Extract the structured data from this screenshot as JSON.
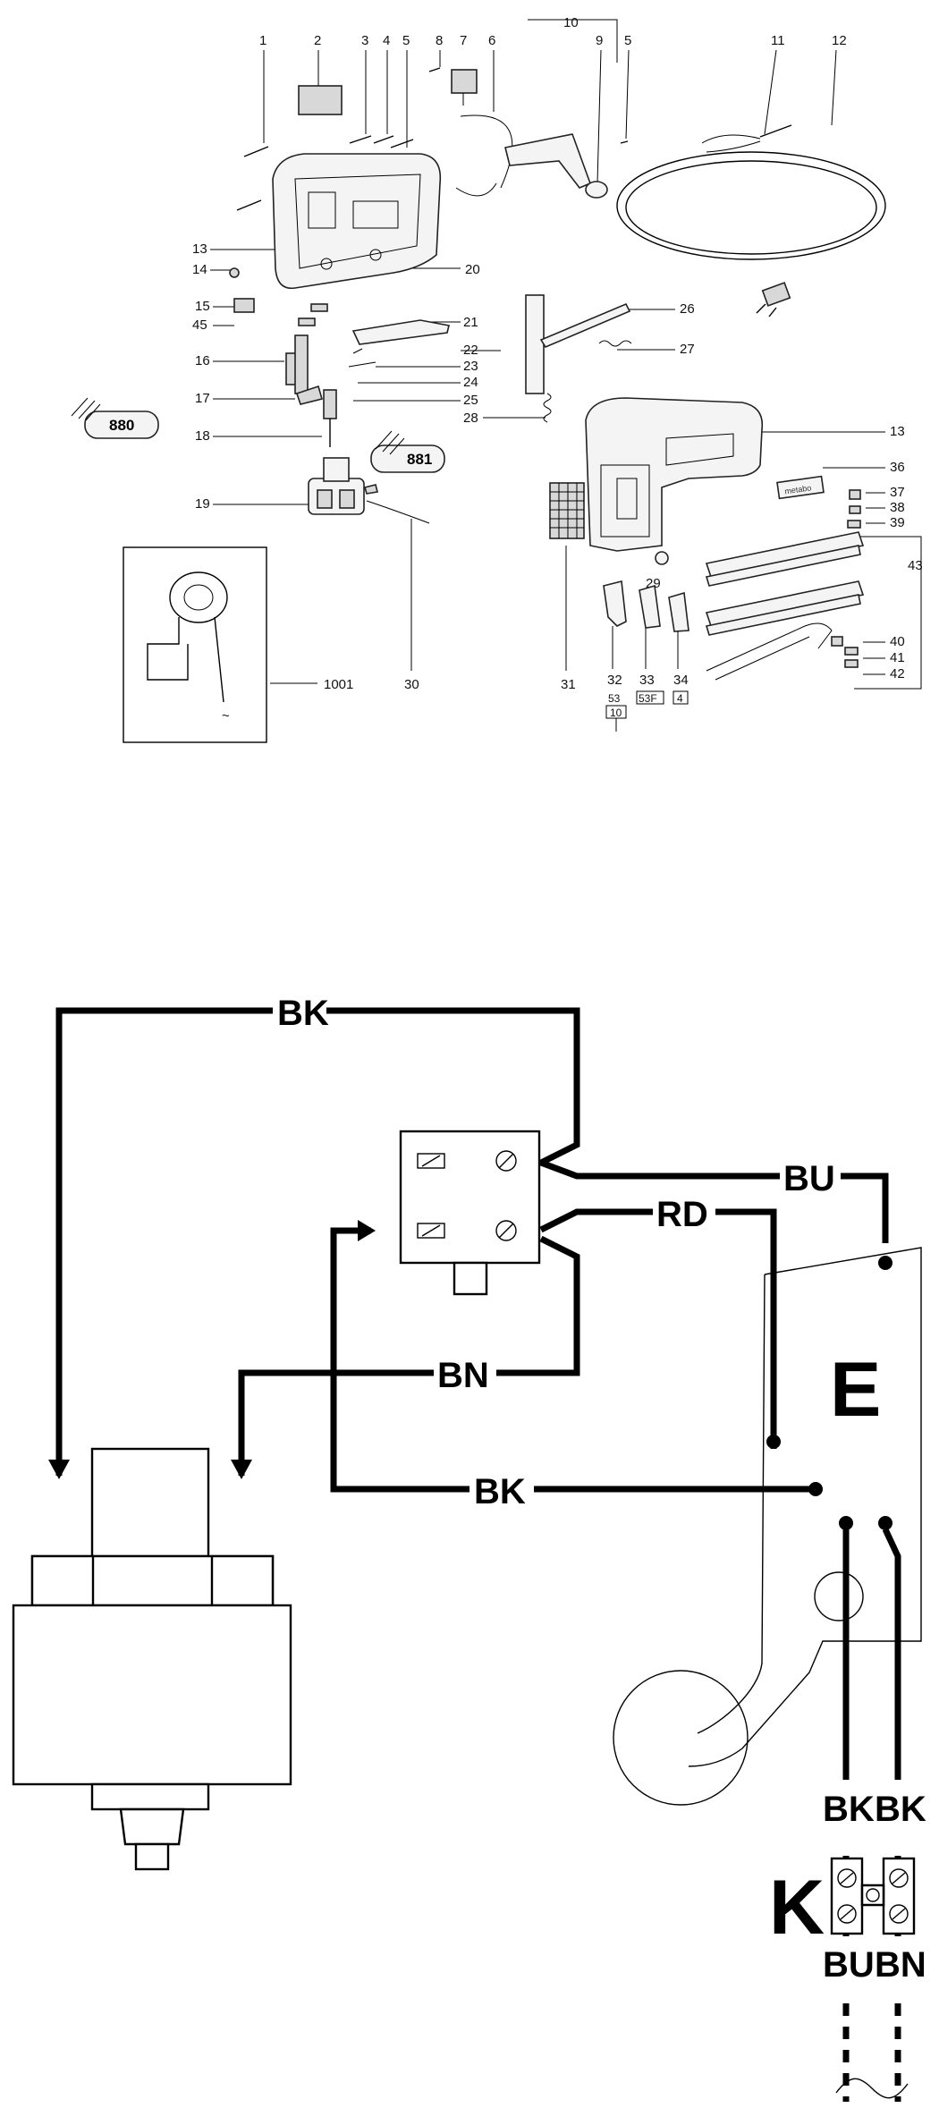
{
  "exploded_view": {
    "part_numbers": [
      "1",
      "2",
      "3",
      "4",
      "5",
      "8",
      "7",
      "6",
      "10",
      "9",
      "5",
      "11",
      "12",
      "13",
      "14",
      "20",
      "15",
      "45",
      "21",
      "16",
      "22",
      "23",
      "24",
      "17",
      "25",
      "18",
      "28",
      "19",
      "30",
      "1001",
      "26",
      "27",
      "13",
      "36",
      "37",
      "38",
      "39",
      "29",
      "43",
      "40",
      "41",
      "42",
      "31",
      "32",
      "33",
      "34"
    ],
    "sub_labels": [
      "53",
      "10",
      "53F",
      "4"
    ],
    "grease_tubes": [
      "880",
      "881"
    ],
    "brand_plate": "metabo"
  },
  "wiring_diagram": {
    "wire_labels": {
      "bk_top": "BK",
      "bu_top": "BU",
      "rd": "RD",
      "bn_mid": "BN",
      "bk_mid": "BK",
      "bk_left": "BK",
      "bk_right": "BK",
      "bu_bottom": "BU",
      "bn_bottom": "BN"
    },
    "component_labels": {
      "electronics": "E",
      "terminal": "K"
    },
    "ac_symbol": "~"
  },
  "colors": {
    "line": "#000000",
    "background": "#ffffff"
  }
}
